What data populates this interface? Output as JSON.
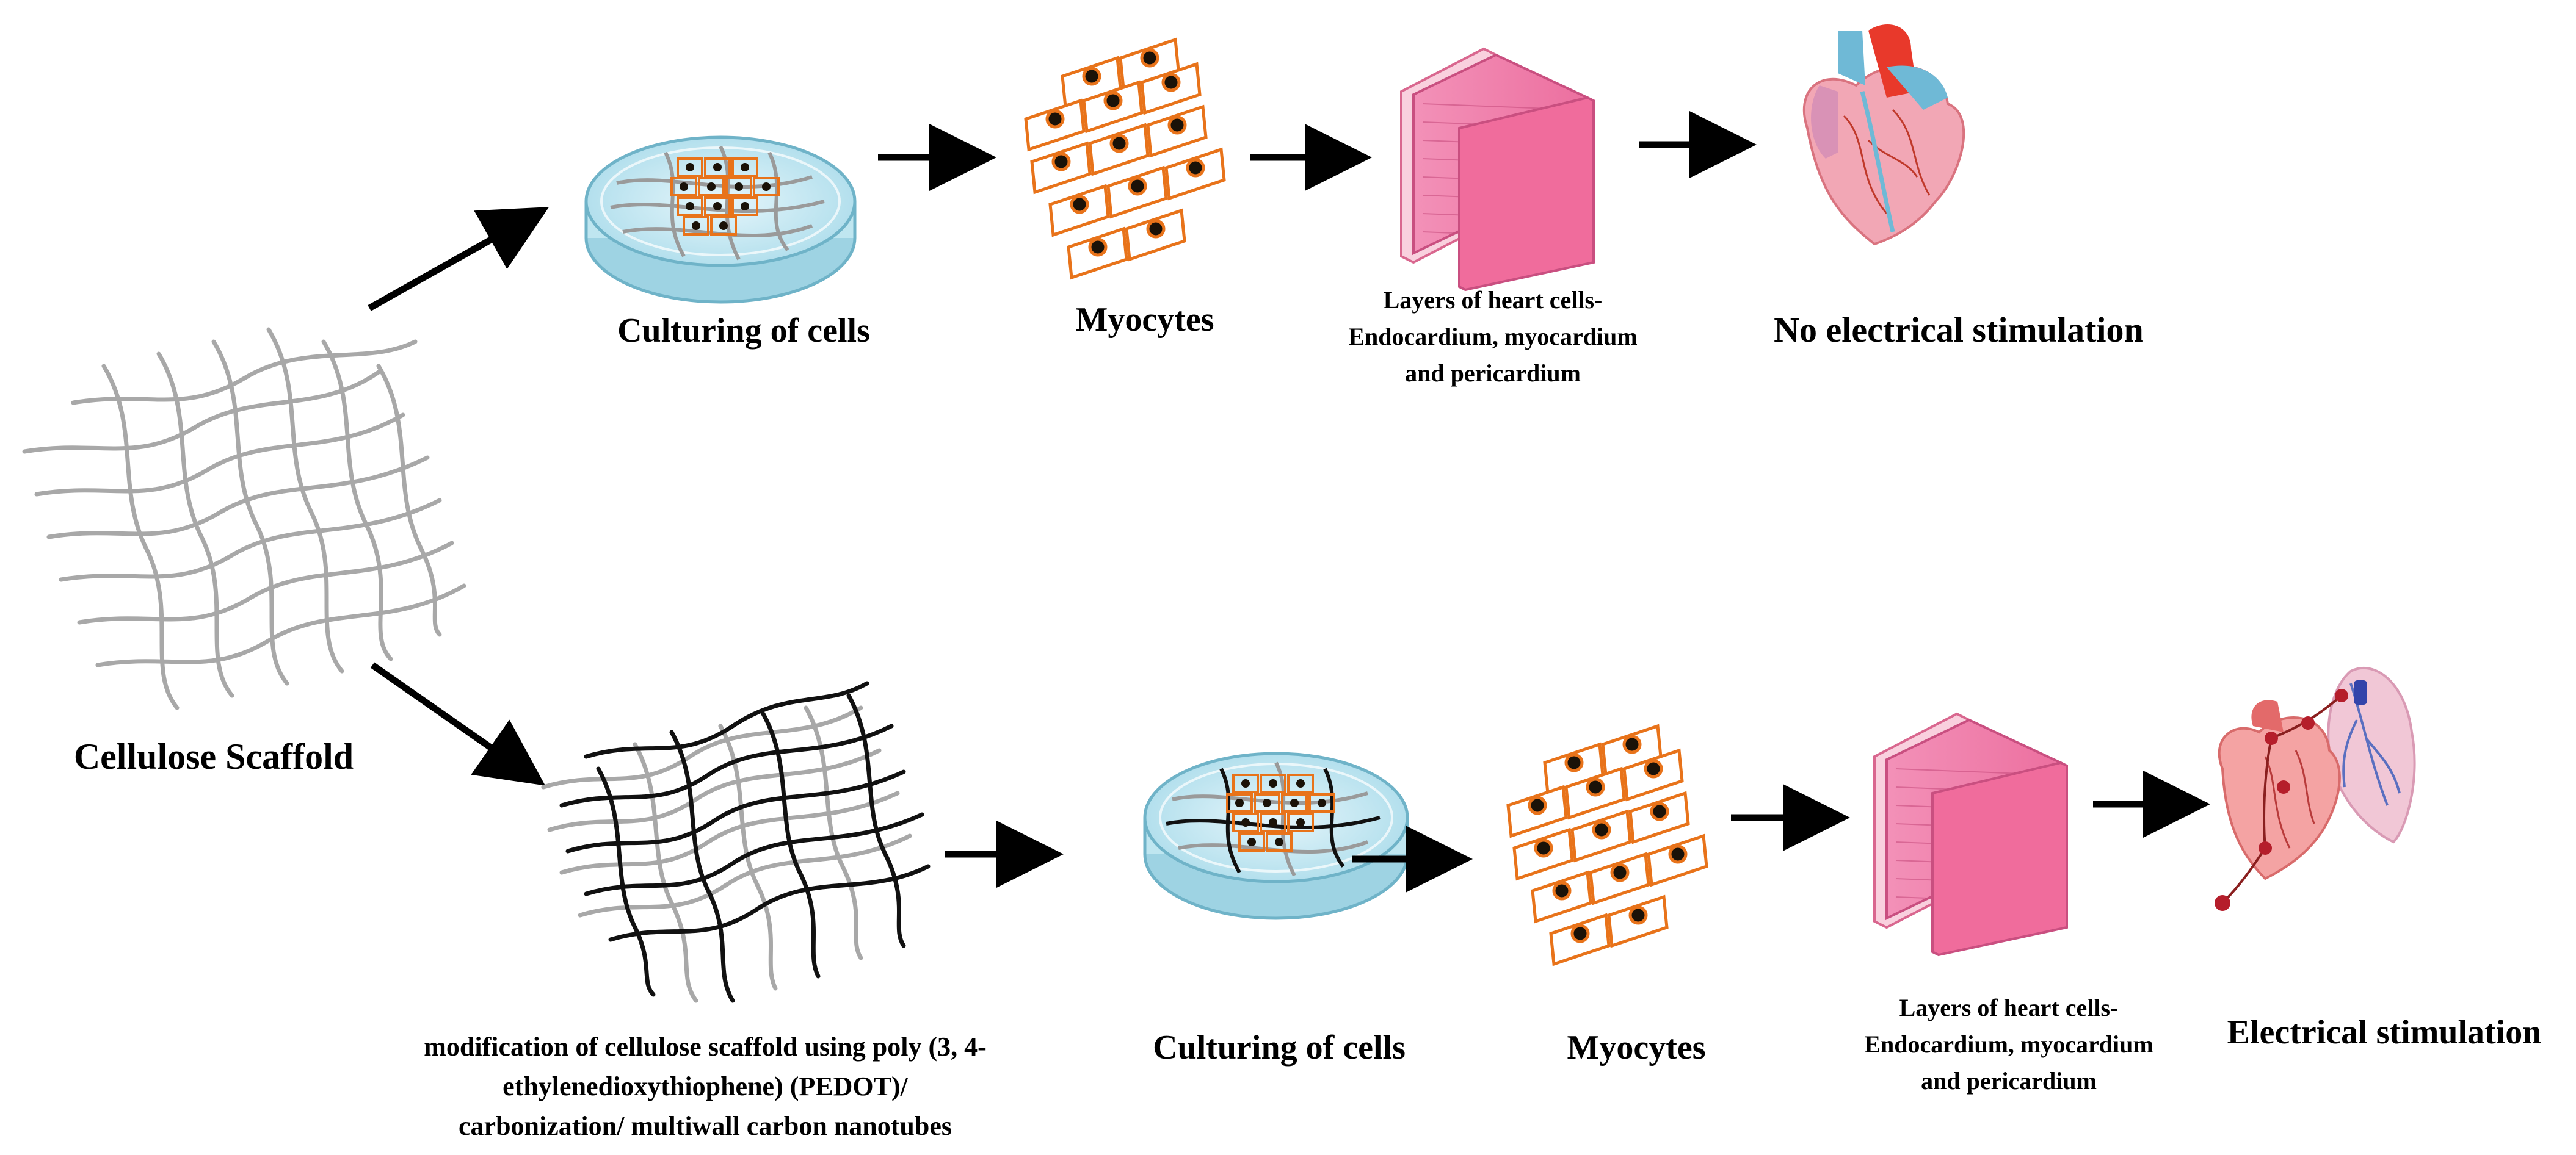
{
  "labels": {
    "cellulose_scaffold": "Cellulose Scaffold",
    "top": {
      "culturing": "Culturing of cells",
      "myocytes": "Myocytes",
      "layers_line1": "Layers of heart cells-",
      "layers_line2": "Endocardium, myocardium",
      "layers_line3": "and pericardium",
      "outcome": "No electrical stimulation"
    },
    "bottom": {
      "modification_line1": "modification of cellulose scaffold using poly (3, 4-",
      "modification_line2": "ethylenedioxythiophene) (PEDOT)/",
      "modification_line3": "carbonization/  multiwall carbon nanotubes",
      "culturing": "Culturing of cells",
      "myocytes": "Myocytes",
      "layers_line1": "Layers of heart cells-",
      "layers_line2": "Endocardium, myocardium",
      "layers_line3": "and pericardium",
      "outcome": "Electrical stimulation"
    }
  },
  "colors": {
    "scaffold_fiber": "#a8a8a8",
    "conductive_fiber": "#111111",
    "cell_outline": "#e8731a",
    "nucleus_dark": "#1a1208",
    "nucleus_ring": "#e8731a",
    "dish_fill": "#bfe6f0",
    "dish_edge": "#6fb3c8",
    "tissue_pink": "#f07aa6",
    "tissue_light": "#f9c6d8",
    "heart_pink": "#f2a7b5",
    "heart_red": "#e8392b",
    "heart_blue": "#6fb9d6",
    "lung_pink": "#f1c7d6",
    "arrow": "#000000"
  },
  "icons": [
    "cellulose-scaffold-mesh-icon",
    "coated-scaffold-mesh-icon",
    "petri-dish-icon",
    "myocyte-cells-icon",
    "tissue-layers-icon",
    "heart-icon",
    "heart-lung-stimulation-icon"
  ]
}
